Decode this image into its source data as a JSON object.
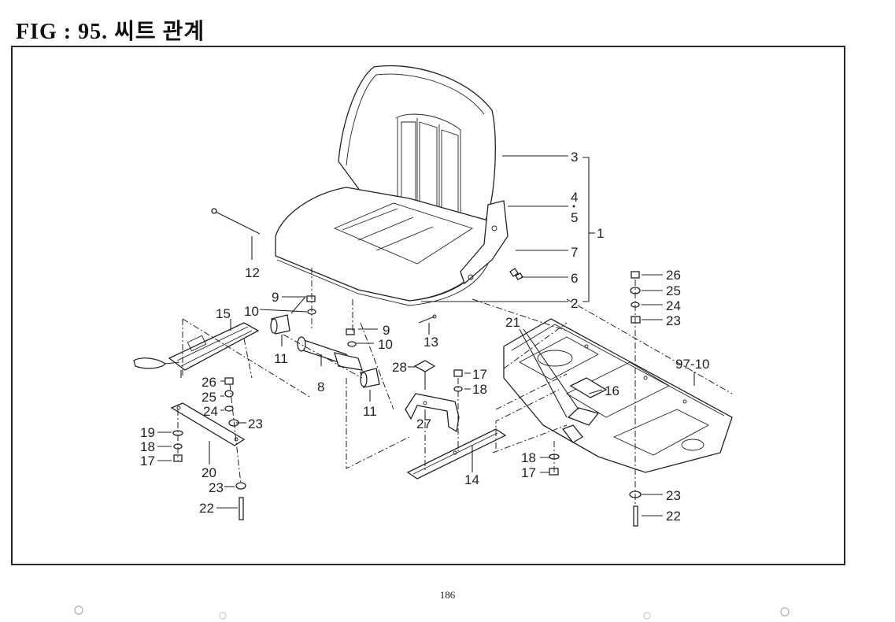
{
  "title": "FIG : 95.  씨트 관계",
  "page_number": "186",
  "callouts": {
    "c1": "1",
    "c2": "2",
    "c3": "3",
    "c4": "4",
    "c5": "5",
    "c6": "6",
    "c7": "7",
    "c8": "8",
    "c9a": "9",
    "c9b": "9",
    "c10a": "10",
    "c10b": "10",
    "c11a": "11",
    "c11b": "11",
    "c12": "12",
    "c13": "13",
    "c14": "14",
    "c15": "15",
    "c16": "16",
    "c17a": "17",
    "c17b": "17",
    "c17c": "17",
    "c18a": "18",
    "c18b": "18",
    "c18c": "18",
    "c19": "19",
    "c20": "20",
    "c21": "21",
    "c22a": "22",
    "c22b": "22",
    "c23a": "23",
    "c23b": "23",
    "c23c": "23",
    "c23d": "23",
    "c24a": "24",
    "c24b": "24",
    "c25a": "25",
    "c25b": "25",
    "c26a": "26",
    "c26b": "26",
    "c27": "27",
    "c28": "28",
    "c97": "97-10"
  }
}
